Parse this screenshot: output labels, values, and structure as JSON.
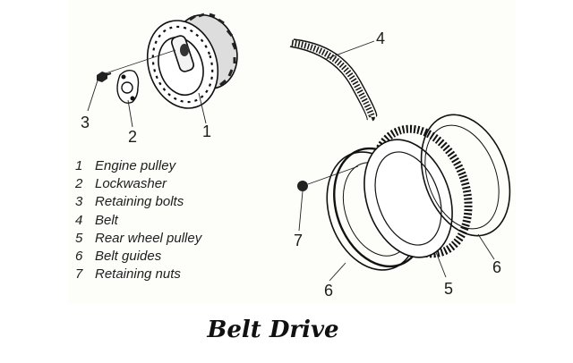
{
  "caption": "Belt Drive",
  "callouts": {
    "c1": "1",
    "c2": "2",
    "c3": "3",
    "c4": "4",
    "c5": "5",
    "c6a": "6",
    "c6b": "6",
    "c7": "7"
  },
  "legend": [
    {
      "number": "1",
      "label": "Engine pulley"
    },
    {
      "number": "2",
      "label": "Lockwasher"
    },
    {
      "number": "3",
      "label": "Retaining bolts"
    },
    {
      "number": "4",
      "label": "Belt"
    },
    {
      "number": "5",
      "label": "Rear wheel pulley"
    },
    {
      "number": "6",
      "label": "Belt guides"
    },
    {
      "number": "7",
      "label": "Retaining nuts"
    }
  ]
}
